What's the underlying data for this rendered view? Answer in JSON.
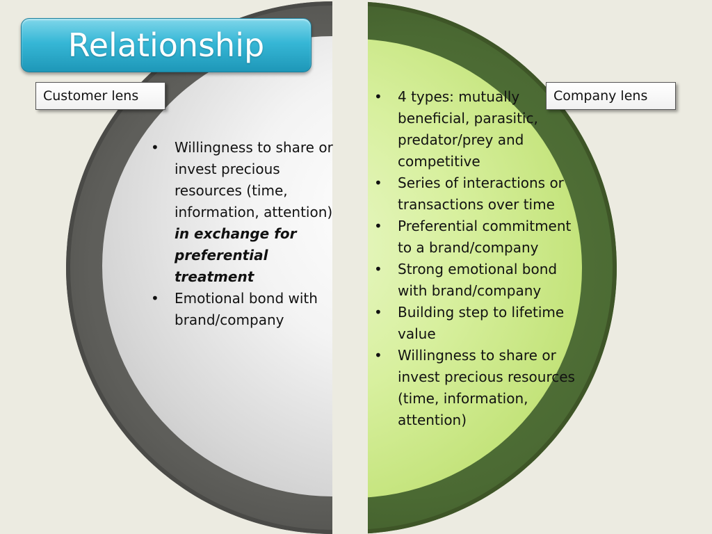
{
  "title": "Relationship",
  "customer": {
    "lens_label": "Customer lens",
    "bullet_1": {
      "text": "Willingness to share or invest precious resources (time, information, attention) ",
      "emphasis": "in exchange for preferential treatment"
    },
    "bullet_2": "Emotional bond with brand/company"
  },
  "company": {
    "lens_label": "Company lens",
    "bullets": [
      "4 types: mutually beneficial, parasitic, predator/prey and competitive",
      "Series of interactions or transactions over time",
      "Preferential commitment to a brand/company",
      "Strong emotional bond with brand/company",
      "Building step to lifetime value",
      "Willingness to share or invest precious resources (time, information, attention)"
    ]
  },
  "bullet_glyph": "•",
  "colors": {
    "title_bg": "#36b7d6",
    "left_ring": "#5e5e5a",
    "right_ring": "#4b6a33",
    "right_face": "#d8f09f"
  }
}
